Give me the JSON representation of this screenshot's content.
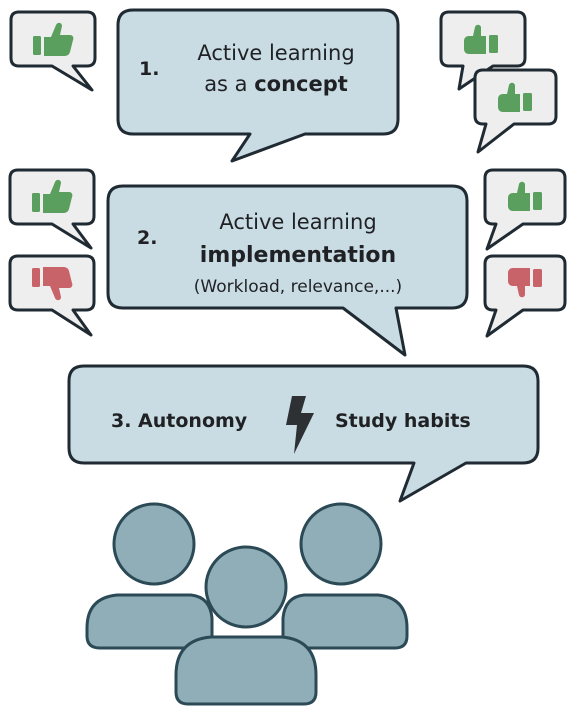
{
  "colors": {
    "bubble_fill": "#c9dce3",
    "bubble_stroke": "#1f2a33",
    "small_bubble_fill": "#eeeeee",
    "thumb_up": "#5a9f5e",
    "thumb_down": "#c9636a",
    "people_fill": "#8faeb8",
    "people_stroke": "#2b4a56",
    "bolt": "#2e3133"
  },
  "bubble1": {
    "number": "1.",
    "line1": "Active learning",
    "line2_prefix": "as a ",
    "line2_bold": "concept"
  },
  "bubble2": {
    "number": "2.",
    "line1": "Active learning",
    "line2_bold": "implementation",
    "line3": "(Workload, relevance,...)"
  },
  "bubble3": {
    "left": "3. Autonomy",
    "right": "Study habits",
    "separator_icon": "lightning-bolt-icon"
  },
  "reactions": [
    {
      "side": "left",
      "row": 1,
      "icon": "thumbs-up-icon"
    },
    {
      "side": "right",
      "row": 1,
      "icon": "thumbs-up-icon"
    },
    {
      "side": "right",
      "row": 2,
      "icon": "thumbs-up-icon"
    },
    {
      "side": "left",
      "row": 3,
      "icon": "thumbs-up-icon"
    },
    {
      "side": "left",
      "row": 4,
      "icon": "thumbs-down-icon"
    },
    {
      "side": "right",
      "row": 3,
      "icon": "thumbs-up-icon"
    },
    {
      "side": "right",
      "row": 4,
      "icon": "thumbs-down-icon"
    }
  ],
  "people_icon": "group-of-people-icon"
}
